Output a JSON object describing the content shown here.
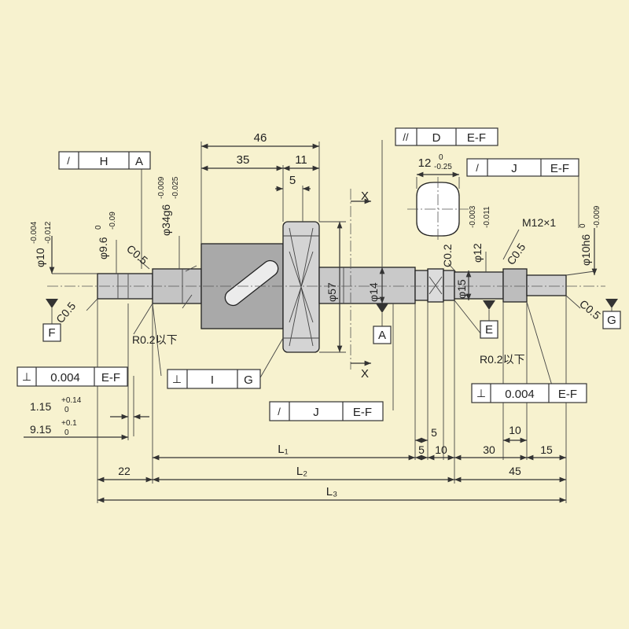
{
  "colors": {
    "background": "#f7f2cf",
    "shaft": "#c9c9c9",
    "nut_body": "#a8a8a8",
    "line": "#333333"
  },
  "callouts": {
    "tol_top_left": {
      "sym": "/",
      "a": "H",
      "b": "A"
    },
    "tol_top_mid": {
      "sym": "//",
      "a": "D",
      "b": "E-F"
    },
    "tol_top_right": {
      "sym": "/",
      "a": "J",
      "b": "E-F"
    },
    "tol_perp_left": {
      "sym": "⊥",
      "a": "0.004",
      "b": "E-F"
    },
    "tol_perp_mid": {
      "sym": "⊥",
      "a": "I",
      "b": "G"
    },
    "tol_runout_lower": {
      "sym": "/",
      "a": "J",
      "b": "E-F"
    },
    "tol_perp_right": {
      "sym": "⊥",
      "a": "0.004",
      "b": "E-F"
    }
  },
  "datums": {
    "F": "F",
    "A": "A",
    "E": "E",
    "G": "G"
  },
  "section_marks": {
    "top": "X",
    "bottom": "X"
  },
  "dims": {
    "d46": "46",
    "d35": "35",
    "d11": "11",
    "d5_top": "5",
    "phi10": "φ10",
    "phi10_up": "-0.004",
    "phi10_lo": "-0.012",
    "phi96": "φ9.6",
    "phi96_up": "0",
    "phi96_lo": "-0.09",
    "phi34": "φ34g6",
    "phi34_up": "-0.009",
    "phi34_lo": "-0.025",
    "c05_a": "C0.5",
    "c05_b": "C0.5",
    "c05_c": "C0.5",
    "c05_d": "C0.5",
    "c02": "C0.2",
    "phi57": "φ57",
    "phi14": "φ14",
    "phi15": "φ15",
    "phi12": "φ12",
    "phi12_up": "-0.003",
    "phi12_lo": "-0.011",
    "phi10h6": "φ10h6",
    "phi10h6_up": "0",
    "phi10h6_lo": "-0.009",
    "m12": "M12×1",
    "w12": "12",
    "w12_up": "0",
    "w12_lo": "-0.25",
    "r02_left": "R0.2以下",
    "r02_right": "R0.2以下",
    "d115": "1.15",
    "d115_up": "+0.14",
    "d115_lo": "0",
    "d915": "9.15",
    "d915_up": "+0.1",
    "d915_lo": "0",
    "d5_mid": "5",
    "d5_low": "5",
    "d10_low": "10",
    "d10_r": "10",
    "d30": "30",
    "d15": "15",
    "d22": "22",
    "d45": "45",
    "L1": "L₁",
    "L2": "L₂",
    "L3": "L₃"
  }
}
